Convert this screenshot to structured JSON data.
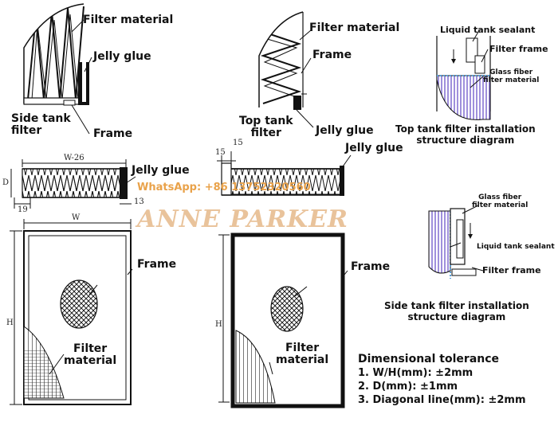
{
  "watermark": {
    "contact": "WhatsApp: +86 13752320560",
    "brand": "ANNE PARKER"
  },
  "side_tank_detail": {
    "filter_material": "Filter material",
    "jelly_glue": "Jelly glue",
    "name": "Side tank\nfilter",
    "frame": "Frame"
  },
  "top_tank_detail": {
    "filter_material": "Filter material",
    "frame": "Frame",
    "name": "Top tank\nfilter",
    "jelly_glue": "Jelly glue"
  },
  "top_tank_install": {
    "liquid_tank_sealant": "Liquid tank sealant",
    "filter_frame": "Filter frame",
    "glass_fiber": "Glass fiber\nfilter material",
    "caption": "Top tank filter installation\nstructure diagram"
  },
  "side_tank_install": {
    "glass_fiber": "Glass fiber\nfilter material",
    "liquid_tank_sealant": "Liquid tank sealant",
    "filter_frame": "Filter frame",
    "caption": "Side tank filter installation\nstructure diagram"
  },
  "section_left": {
    "width_dim": "W-26",
    "depth_dim": "D",
    "dim_19": "19",
    "dim_13": "13",
    "jelly_glue": "Jelly glue"
  },
  "section_right": {
    "dim_15a": "15",
    "dim_15b": "15",
    "jelly_glue": "Jelly glue"
  },
  "front_left": {
    "width_dim": "W",
    "height_dim": "H",
    "frame": "Frame",
    "filter_material": "Filter\nmaterial"
  },
  "front_right": {
    "height_dim": "H",
    "frame": "Frame",
    "filter_material": "Filter\nmaterial"
  },
  "tolerance": {
    "title": "Dimensional tolerance",
    "items": [
      "1. W/H(mm): ±2mm",
      "2. D(mm): ±1mm",
      "3. Diagonal line(mm): ±2mm"
    ]
  }
}
